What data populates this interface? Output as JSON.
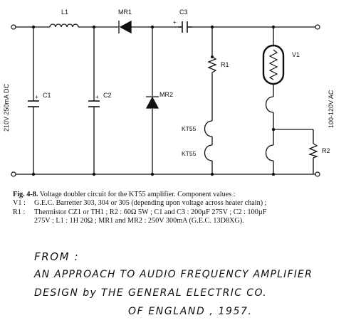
{
  "labels": {
    "L1": "L1",
    "MR1": "MR1",
    "C3": "C3",
    "R1": "R1",
    "V1": "V1",
    "C1": "C1",
    "C2": "C2",
    "MR2": "MR2",
    "KT55_a": "KT55",
    "KT55_b": "KT55",
    "R2": "R2",
    "supply_dc": "210V 250mA DC",
    "supply_ac": "100-120V AC"
  },
  "caption": {
    "fig": "Fig. 4-8.",
    "line1": "Voltage doubler circuit for the KT55 amplifier. Component values :",
    "v1_key": "V1 :",
    "v1_text": "G.E.C. Barretter 303, 304 or 305 (depending upon voltage across heater chain) ;",
    "r1_key": "R1 :",
    "r1_text": "Thermistor CZ1 or TH1 ; R2 : 60Ω 5W ; C1 and C3 : 200µF 275V ; C2 : 100µF",
    "line4": "275V ; L1 : 1H 20Ω ; MR1 and MR2 : 250V 300mA (G.E.C. 13D8XG)."
  },
  "handwritten": {
    "line1": "FROM :",
    "line2": "AN APPROACH TO AUDIO FREQUENCY AMPLIFIER",
    "line3": "DESIGN  by  THE GENERAL ELECTRIC CO.",
    "line4": "OF ENGLAND ,  1957."
  }
}
